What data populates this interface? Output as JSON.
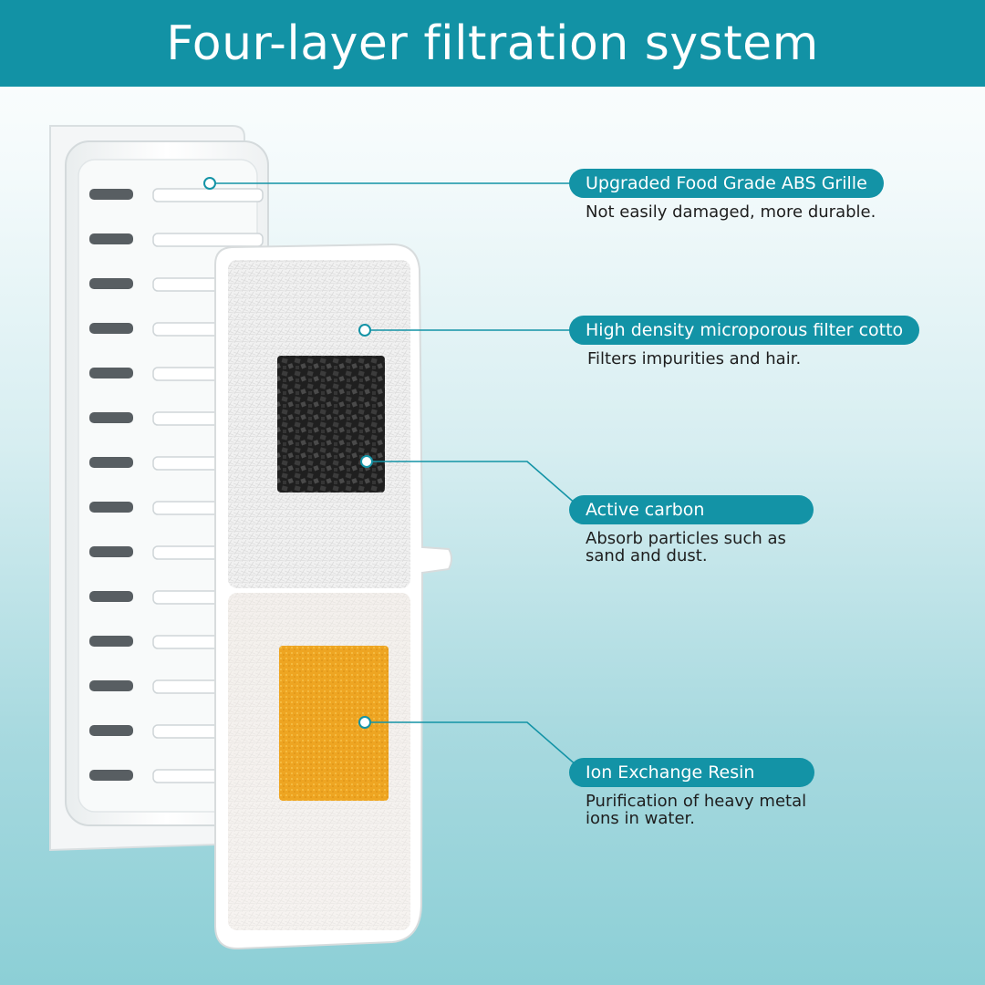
{
  "title": "Four-layer filtration system",
  "colors": {
    "accent": "#1393a6",
    "header": "#1292a5",
    "carbon": "#2a2a2a",
    "resin": "#f0a823"
  },
  "callouts": [
    {
      "label": "Upgraded Food Grade ABS Grille",
      "description": [
        "Not easily damaged, more durable."
      ]
    },
    {
      "label": "High density microporous filter cotto",
      "description": [
        "Filters impurities and hair."
      ]
    },
    {
      "label": "Active carbon",
      "description": [
        "Absorb particles such as",
        "sand and dust."
      ]
    },
    {
      "label": "Ion Exchange Resin",
      "description": [
        "Purification of heavy metal",
        "ions in water."
      ]
    }
  ]
}
